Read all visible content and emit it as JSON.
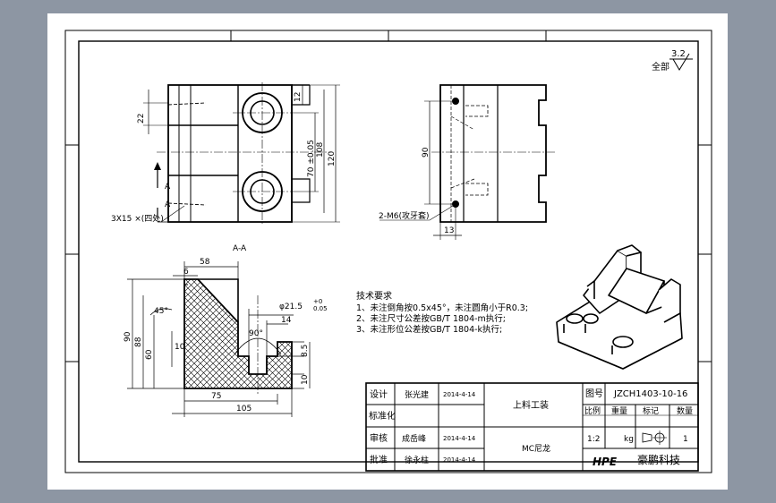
{
  "section_label": "A-A",
  "surface_finish": {
    "prefix": "全部",
    "value": "3.2"
  },
  "view_markers": {
    "a_top": "A",
    "a_bottom": "A"
  },
  "top_view": {
    "dims": {
      "d22": "22",
      "d12": "12",
      "d70": "70 ±0.05",
      "d108": "108",
      "d120": "120",
      "hole_note": "3X15 ×(四处)"
    }
  },
  "side_view": {
    "dims": {
      "d90": "90",
      "d13": "13",
      "thread_note": "2-M6(攻牙套)"
    }
  },
  "section_view": {
    "dims": {
      "d58": "58",
      "d6": "6",
      "d45": "45°",
      "d90": "90",
      "d88": "88",
      "d60": "60",
      "d10": "10",
      "d75": "75",
      "d105": "105",
      "d215": "φ21.5",
      "d215_tol_upper": "+0",
      "d215_tol_lower": "0.05",
      "d14": "14",
      "d90deg": "90°",
      "d85": "8.5",
      "d10b": "10"
    }
  },
  "notes": {
    "title": "技术要求",
    "items": [
      "1、未注倒角按0.5x45°，未注圆角小于R0.3;",
      "2、未注尺寸公差按GB/T 1804-m执行;",
      "3、未注形位公差按GB/T 1804-k执行;"
    ]
  },
  "title_block": {
    "rows": [
      {
        "role": "设计",
        "name": "张光建",
        "date": "2014-4-14"
      },
      {
        "role": "标准化",
        "name": "",
        "date": ""
      },
      {
        "role": "审核",
        "name": "成岳峰",
        "date": "2014-4-14"
      },
      {
        "role": "批准",
        "name": "徐永柱",
        "date": "2014-4-14"
      }
    ],
    "part_name": "上料工装",
    "material": "MC尼龙",
    "drawing_no_label": "图号",
    "drawing_no": "JZCH1403-10-16",
    "scale_label": "比例",
    "weight_label": "重量",
    "mark_label": "标记",
    "qty_label": "数量",
    "scale": "1:2",
    "weight_unit": "kg",
    "qty": "1",
    "company": "豪鹏科技",
    "logo_text": "HPE"
  }
}
